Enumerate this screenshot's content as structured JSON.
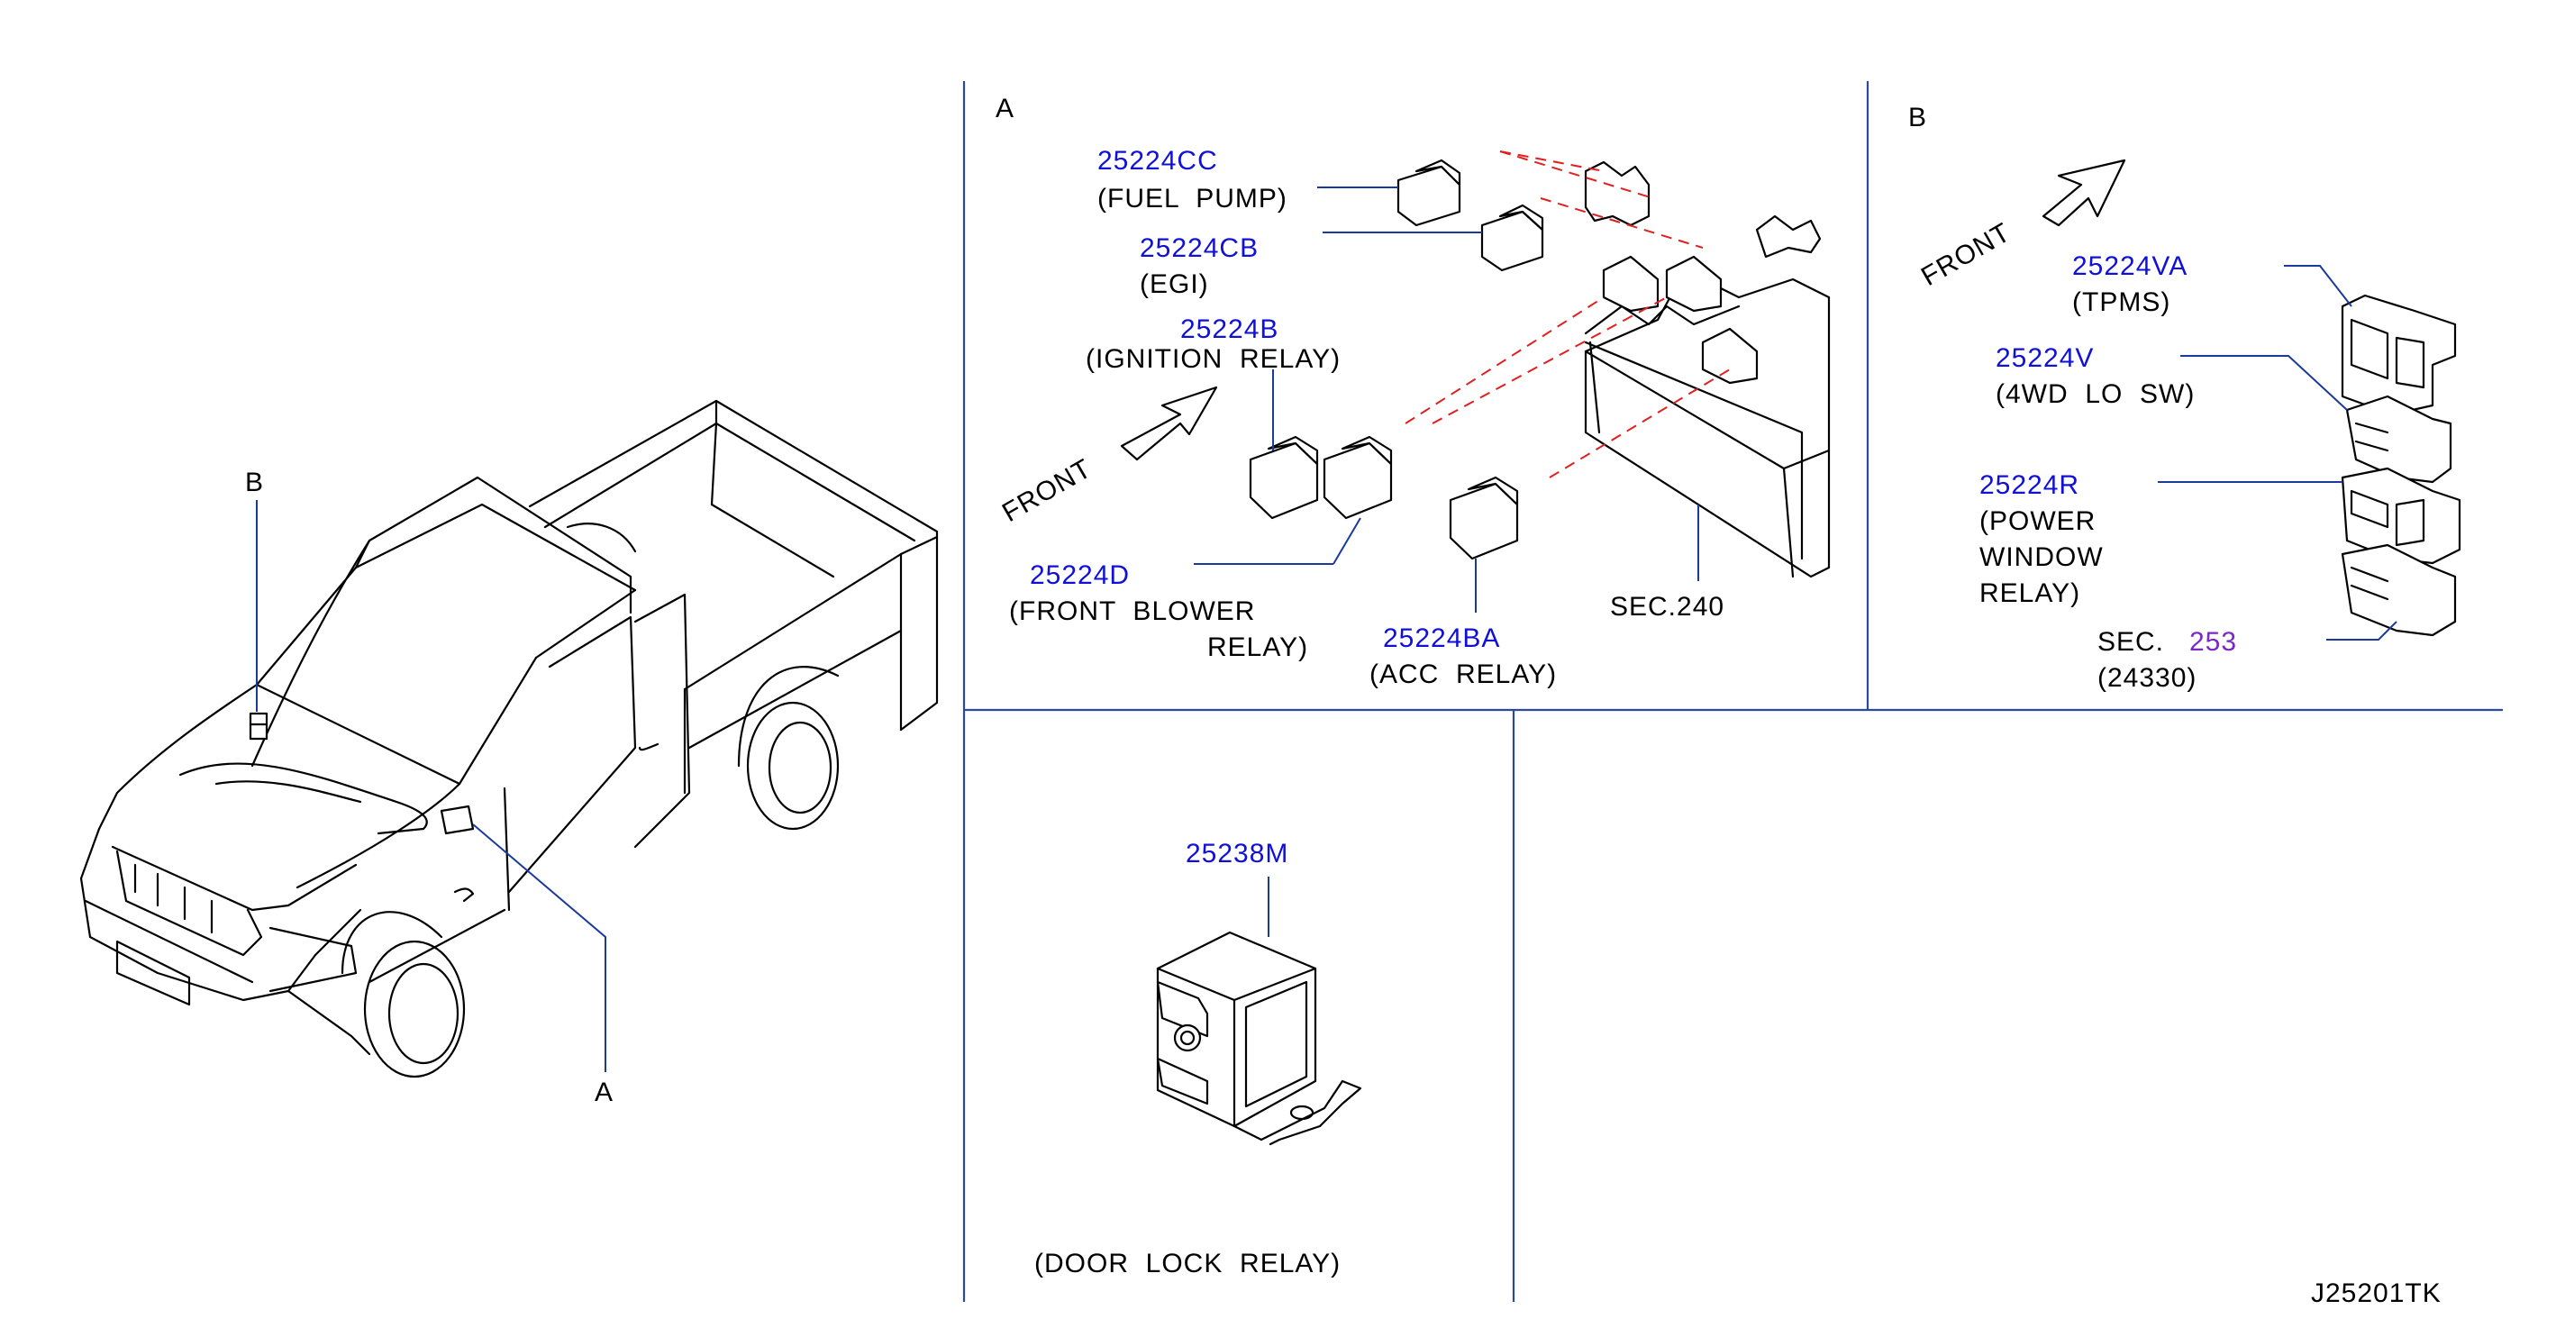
{
  "colors": {
    "part_number": "#1010d8",
    "label": "#000000",
    "section_link": "#7a28c8",
    "frame": "#2a4a9c",
    "leader": "#1a3a9c",
    "phantom": "#e02020"
  },
  "overview": {
    "ref_b": "B",
    "ref_a": "A"
  },
  "view_a": {
    "heading": "A",
    "front": "FRONT",
    "fuel_pump": {
      "part": "25224CC",
      "desc": "(FUEL  PUMP)"
    },
    "egi": {
      "part": "25224CB",
      "desc": "(EGI)"
    },
    "ignition": {
      "part": "25224B",
      "desc": "(IGNITION  RELAY)"
    },
    "blower": {
      "part": "25224D",
      "desc1": "(FRONT  BLOWER",
      "desc2": "RELAY)"
    },
    "acc": {
      "part": "25224BA",
      "desc": "(ACC  RELAY)"
    },
    "section": "SEC.240"
  },
  "view_b": {
    "heading": "B",
    "front": "FRONT",
    "tpms": {
      "part": "25224VA",
      "desc": "(TPMS)"
    },
    "fourwd": {
      "part": "25224V",
      "desc": "(4WD  LO  SW)"
    },
    "power_window": {
      "part": "25224R",
      "desc1": "(POWER",
      "desc2": "WINDOW",
      "desc3": "RELAY)"
    },
    "section_prefix": "SEC.",
    "section_link": "253",
    "section_sub": "(24330)"
  },
  "view_c": {
    "part": "25238M",
    "desc": "(DOOR  LOCK  RELAY)"
  },
  "drawing_code": "J25201TK"
}
